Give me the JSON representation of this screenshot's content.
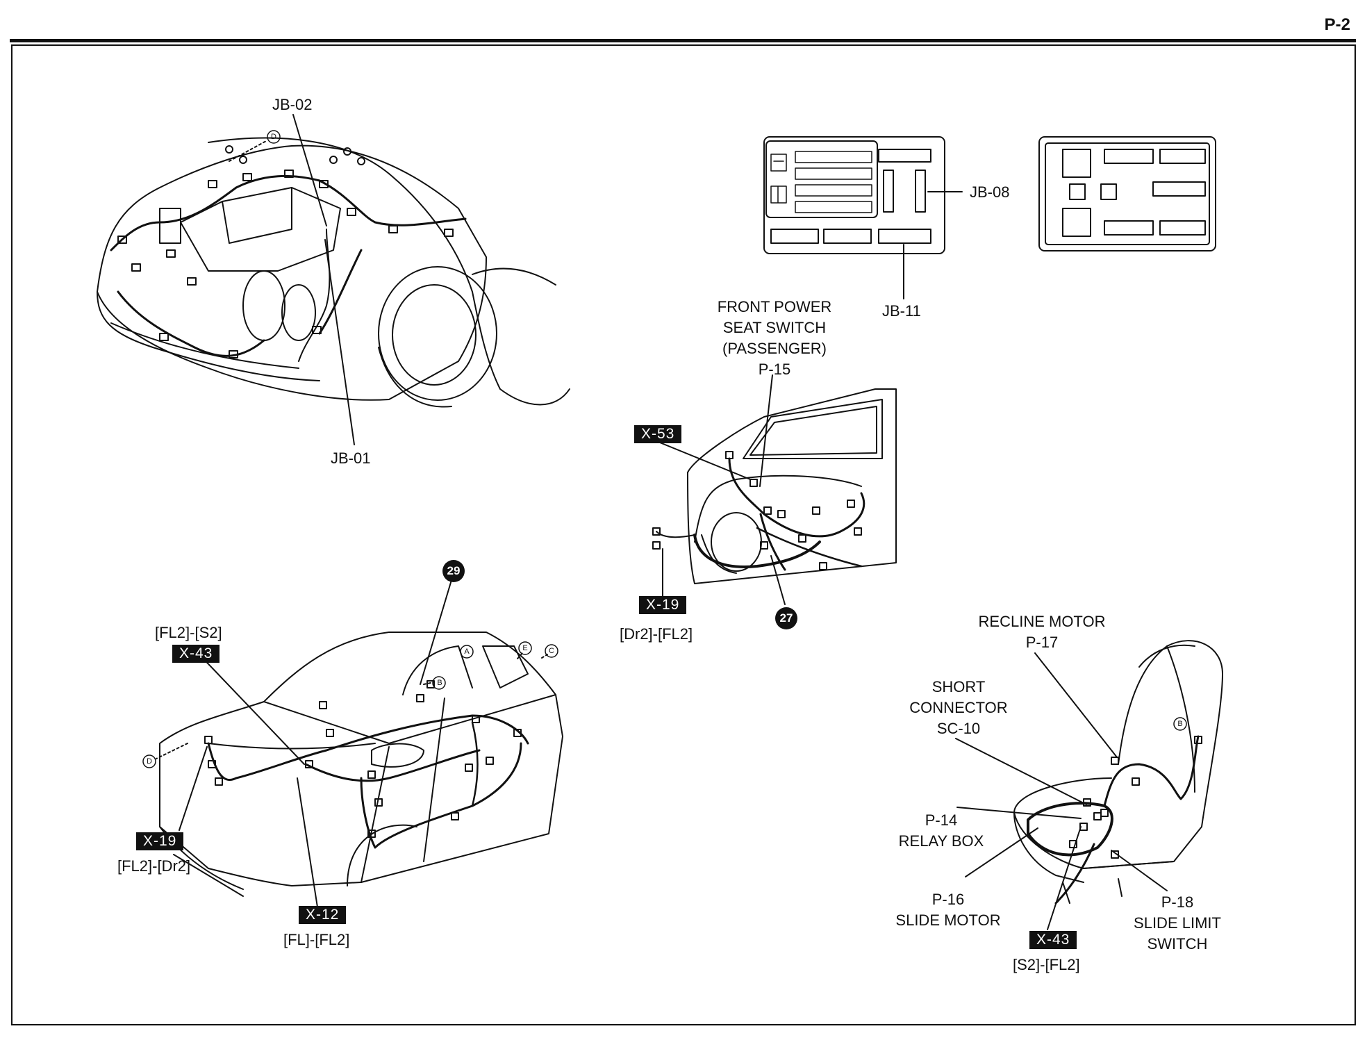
{
  "page": {
    "number": "P-2"
  },
  "engine_bay": {
    "jb02": "JB-02",
    "jb01": "JB-01",
    "ref_d": "D"
  },
  "junction_box": {
    "jb08": "JB-08",
    "jb11": "JB-11"
  },
  "front_door": {
    "seat_switch_l1": "FRONT POWER",
    "seat_switch_l2": "SEAT SWITCH",
    "seat_switch_l3": "(PASSENGER)",
    "seat_switch_l4": "P-15",
    "x53": "X-53",
    "x19": "X-19",
    "x19_sub": "[Dr2]-[FL2]",
    "circle_27": "27"
  },
  "body": {
    "circle_29": "29",
    "x43_top": "[FL2]-[S2]",
    "x43": "X-43",
    "x19": "X-19",
    "x19_sub": "[FL2]-[Dr2]",
    "x12": "X-12",
    "x12_sub": "[FL]-[FL2]",
    "ref_a": "A",
    "ref_b": "B",
    "ref_c": "C",
    "ref_d": "D",
    "ref_e": "E"
  },
  "seat": {
    "recline_l1": "RECLINE MOTOR",
    "recline_l2": "P-17",
    "short_l1": "SHORT",
    "short_l2": "CONNECTOR",
    "short_l3": "SC-10",
    "relay_l1": "P-14",
    "relay_l2": "RELAY BOX",
    "slide_l1": "P-16",
    "slide_l2": "SLIDE MOTOR",
    "x43": "X-43",
    "x43_sub": "[S2]-[FL2]",
    "limit_l1": "P-18",
    "limit_l2": "SLIDE LIMIT",
    "limit_l3": "SWITCH",
    "ref_b": "B"
  }
}
